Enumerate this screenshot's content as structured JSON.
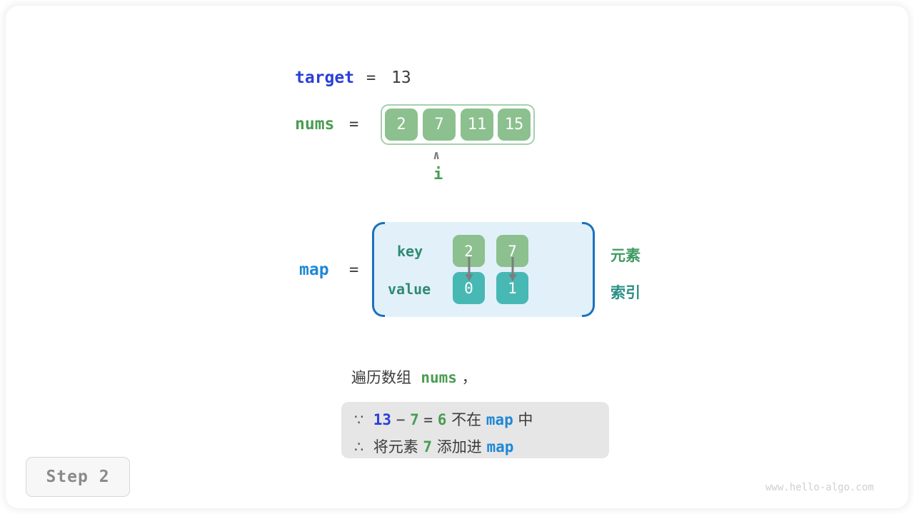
{
  "watermark": "www.hello-algo.com",
  "step_badge": {
    "label": "Step 2"
  },
  "colors": {
    "array_cell": "#8cc08e",
    "array_frame": "#a5cfae",
    "map_fill": "#e2f0fa",
    "map_brace": "#1b72bd",
    "value_cell": "#48b8b4",
    "target_token": "#2b3fd8",
    "map_token": "#1f88d4",
    "green_token": "#4a9c52",
    "note_bg": "#e6e6e6",
    "arrow": "#7d7d7d"
  },
  "target": {
    "name": "target",
    "equals": "=",
    "value": "13"
  },
  "nums": {
    "name": "nums",
    "equals": "=",
    "values": [
      "2",
      "7",
      "11",
      "15"
    ],
    "pointer": {
      "caret": "∧",
      "label": "i",
      "index": 1
    }
  },
  "map": {
    "name": "map",
    "equals": "=",
    "row_labels": {
      "key": "key",
      "value": "value"
    },
    "entries": [
      {
        "key": "2",
        "value": "0"
      },
      {
        "key": "7",
        "value": "1"
      }
    ],
    "side_labels": {
      "element": "元素",
      "index": "索引"
    }
  },
  "caption": {
    "prefix": "遍历数组",
    "token": "nums",
    "suffix": "，"
  },
  "note": {
    "line1": {
      "symbol": "∵",
      "a": "13",
      "op": "−",
      "b": "7",
      "eq": "=",
      "result": "6",
      "mid": "不在",
      "token": "map",
      "end": "中"
    },
    "line2": {
      "symbol": "∴",
      "prefix": "将元素",
      "token_num": "7",
      "mid": "添加进",
      "token_map": "map"
    }
  },
  "chart_data": {
    "type": "table",
    "title": "Two Sum hash-map trace, Step 2",
    "categories": [
      "2",
      "7",
      "11",
      "15"
    ],
    "values": [
      2,
      7,
      11,
      15
    ],
    "series": [
      {
        "name": "map.key",
        "values": [
          2,
          7
        ]
      },
      {
        "name": "map.value",
        "values": [
          0,
          1
        ]
      }
    ],
    "annotations": [
      "target = 13",
      "i = 1",
      "13 - 7 = 6 not in map",
      "add element 7 into map"
    ]
  }
}
